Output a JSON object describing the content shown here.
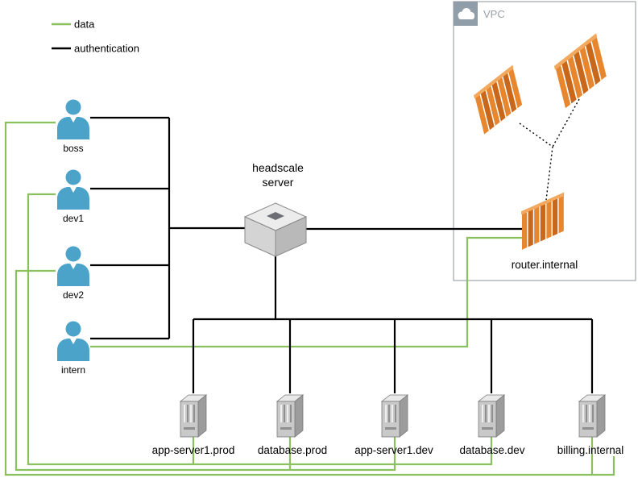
{
  "legend": {
    "data_label": "data",
    "auth_label": "authentication"
  },
  "users": [
    {
      "name": "boss"
    },
    {
      "name": "dev1"
    },
    {
      "name": "dev2"
    },
    {
      "name": "intern"
    }
  ],
  "headscale": {
    "label_line1": "headscale",
    "label_line2": "server"
  },
  "vpc": {
    "label": "VPC",
    "router_label": "router.internal"
  },
  "servers": [
    {
      "name": "app-server1.prod"
    },
    {
      "name": "database.prod"
    },
    {
      "name": "app-server1.dev"
    },
    {
      "name": "database.dev"
    },
    {
      "name": "billing.internal"
    }
  ],
  "colors": {
    "data_line": "#8bc05f",
    "auth_line": "#000000",
    "user_blue": "#4ba3c9",
    "aws_orange": "#e8862d",
    "aws_blue": "#3e78ac",
    "vpc_border": "#a0a7ad"
  }
}
